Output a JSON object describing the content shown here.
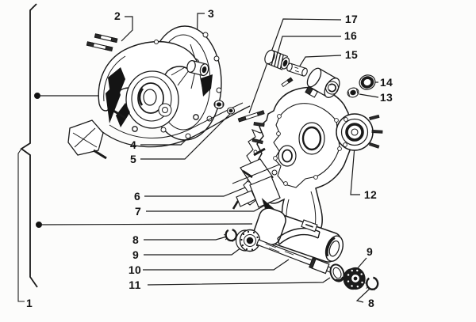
{
  "diagram": {
    "type": "exploded-parts-diagram",
    "subject": "engine-crankcase-assembly",
    "labels": [
      {
        "text": "1"
      },
      {
        "text": "2"
      },
      {
        "text": "3"
      },
      {
        "text": "4"
      },
      {
        "text": "5"
      },
      {
        "text": "6"
      },
      {
        "text": "7"
      },
      {
        "text": "8"
      },
      {
        "text": "9"
      },
      {
        "text": "10"
      },
      {
        "text": "11"
      },
      {
        "text": "12"
      },
      {
        "text": "13"
      },
      {
        "text": "14"
      },
      {
        "text": "15"
      },
      {
        "text": "16"
      },
      {
        "text": "17"
      },
      {
        "text": "9"
      },
      {
        "text": "8"
      }
    ],
    "ink_color": "#1a1a1a",
    "paper_color": "#fcfcfb"
  }
}
